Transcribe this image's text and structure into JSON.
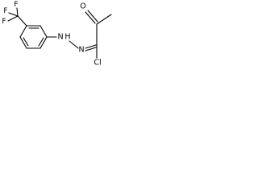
{
  "molecule": {
    "labels": {
      "F1": "F",
      "F2": "F",
      "F3": "F",
      "N1": "N",
      "H1": "H",
      "N2": "N",
      "O": "O",
      "Cl": "Cl"
    },
    "colors": {
      "bond": "#000000",
      "text": "#000000",
      "background": "#ffffff"
    }
  }
}
